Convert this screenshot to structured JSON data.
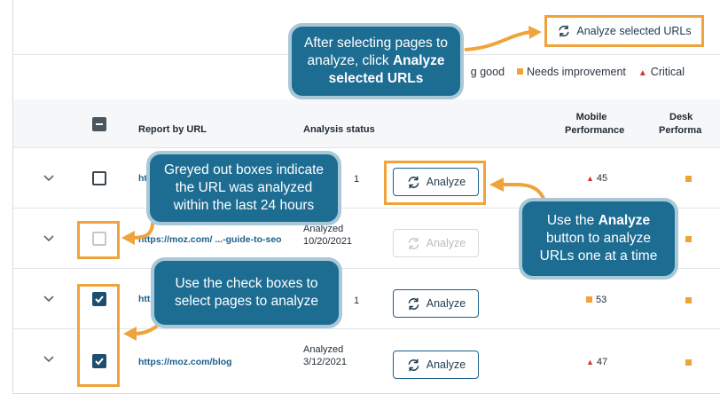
{
  "toolbar": {
    "analyze_selected_label": "Analyze selected URLs",
    "analyze_selected_icon": "refresh-icon"
  },
  "legend": {
    "items": [
      {
        "label": "g good",
        "kind": "partial"
      },
      {
        "label": "Needs improvement",
        "marker": "orange-square"
      },
      {
        "label": "Critical",
        "marker": "red-triangle"
      }
    ]
  },
  "table": {
    "headers": {
      "report_by_url": "Report by URL",
      "analysis_status": "Analysis status",
      "mobile_performance_line1": "Mobile",
      "mobile_performance_line2": "Performance",
      "desktop_performance_line1": "Desk",
      "desktop_performance_line2": "Performa"
    },
    "rows": [
      {
        "url": "ht",
        "status_line1": "",
        "status_line2": "1",
        "analyze_label": "Analyze",
        "analyze_enabled": true,
        "checkbox": "unchecked",
        "mobile_score": "45",
        "mobile_marker": "red-triangle"
      },
      {
        "url": "https://moz.com/ ...-guide-to-seo",
        "status_line1": "Analyzed",
        "status_line2": "10/20/2021",
        "analyze_label": "Analyze",
        "analyze_enabled": false,
        "checkbox": "greyed",
        "mobile_score": "",
        "mobile_marker": ""
      },
      {
        "url": "htt",
        "status_line1": "",
        "status_line2": "1",
        "analyze_label": "Analyze",
        "analyze_enabled": true,
        "checkbox": "checked",
        "mobile_score": "53",
        "mobile_marker": "orange-square"
      },
      {
        "url": "https://moz.com/blog",
        "status_line1": "Analyzed",
        "status_line2": "3/12/2021",
        "analyze_label": "Analyze",
        "analyze_enabled": true,
        "checkbox": "checked",
        "mobile_score": "47",
        "mobile_marker": "red-triangle"
      }
    ]
  },
  "callouts": {
    "select_pages": {
      "text_before": "After selecting pages to analyze, click ",
      "bold": "Analyze selected URLs",
      "text_after": ""
    },
    "greyed_out": {
      "text": "Greyed out boxes indicate the URL was analyzed within the last 24 hours"
    },
    "check_boxes": {
      "text": "Use the check boxes to select pages to analyze"
    },
    "analyze_button": {
      "text_before": "Use the ",
      "bold": "Analyze",
      "text_after": " button to analyze URLs one at a time"
    }
  },
  "colors": {
    "accent_orange": "#f0a33a",
    "callout_blue": "#1d6d93",
    "link_blue": "#1b5e8c",
    "critical_red": "#d9342b"
  }
}
